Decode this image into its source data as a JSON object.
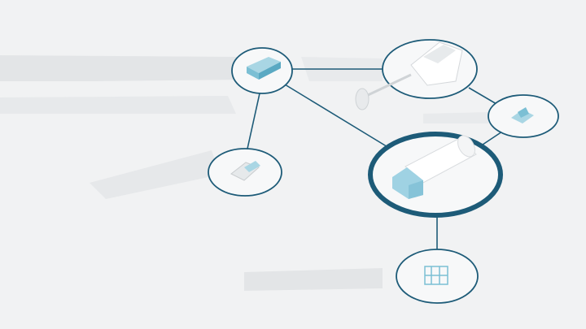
{
  "colors": {
    "background": "#f1f2f3",
    "connector": "#1d5b78",
    "equipment_accent": "#8cc9dc",
    "equipment_body": "#ffffff",
    "shadow": "#e2e4e6"
  },
  "nodes": [
    {
      "id": "a",
      "icon": "switchboard-module-icon",
      "emphasis": "normal"
    },
    {
      "id": "b",
      "icon": "engine-propeller-icon",
      "emphasis": "normal"
    },
    {
      "id": "c",
      "icon": "small-module-icon",
      "emphasis": "normal"
    },
    {
      "id": "d",
      "icon": "tank-unit-icon",
      "emphasis": "highlight"
    },
    {
      "id": "e",
      "icon": "motor-unit-icon",
      "emphasis": "normal"
    },
    {
      "id": "f",
      "icon": "frame-module-icon",
      "emphasis": "normal"
    }
  ],
  "links": [
    [
      "a",
      "b"
    ],
    [
      "a",
      "d"
    ],
    [
      "a",
      "e"
    ],
    [
      "b",
      "c"
    ],
    [
      "c",
      "d"
    ],
    [
      "d",
      "f"
    ]
  ]
}
